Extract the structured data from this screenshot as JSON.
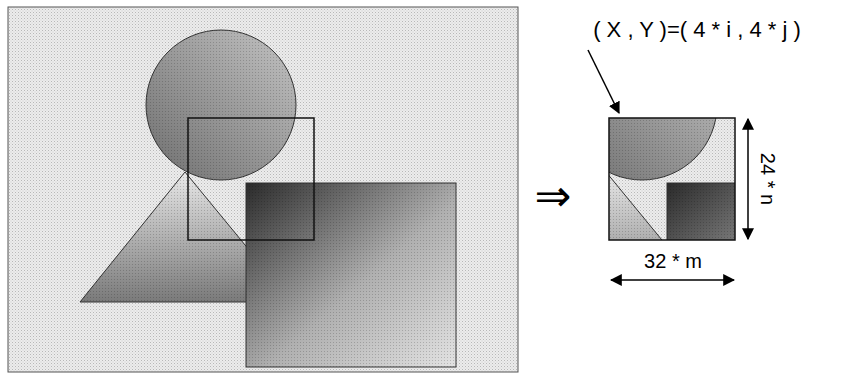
{
  "diagram": {
    "labels": [
      "( X , Y )=( 4 * i , 4 * j )",
      "⇒",
      "24 * n",
      "32 * m"
    ]
  }
}
